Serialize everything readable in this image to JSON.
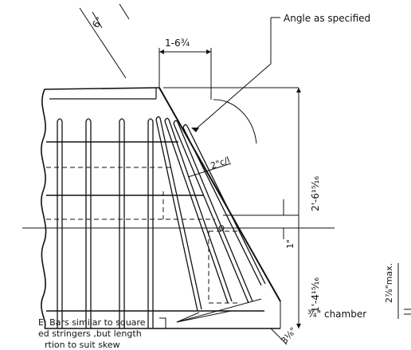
{
  "labels": {
    "angle_note": "Angle as specified",
    "offset_6in": "6\"",
    "span": "1-6¾",
    "bar_spacing": "2\"c/l",
    "height_upper": "2'-6¹⁵⁄₁₆",
    "step_1in": "1\"",
    "height_lower": "1'-4¹⁵⁄₁₆",
    "max_dim": "2⅞\"max.",
    "chamber": "¾\" chamber",
    "offset_bottom": "3⅛\""
  },
  "note": {
    "line1": "E: Bars similar to square",
    "line2": "ed stringers ,but length",
    "line3": "rtion to suit skew"
  }
}
